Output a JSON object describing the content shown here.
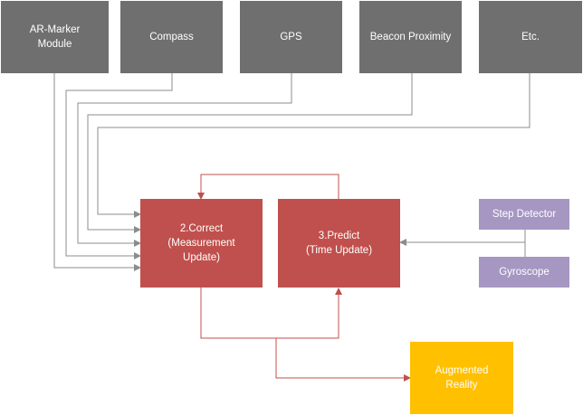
{
  "colors": {
    "sensor_box": "#6f6f6f",
    "filter_box": "#c0504d",
    "imu_box": "#a597c2",
    "output_box": "#ffc000",
    "sensor_line": "#8c8c8c",
    "filter_line": "#c0504d"
  },
  "sensors": [
    {
      "label": "AR-Marker\nModule"
    },
    {
      "label": "Compass"
    },
    {
      "label": "GPS"
    },
    {
      "label": "Beacon Proximity"
    },
    {
      "label": "Etc."
    }
  ],
  "filter": {
    "correct": "2.Correct\n(Measurement\nUpdate)",
    "predict": "3.Predict\n(Time Update)"
  },
  "imu": {
    "step_detector": "Step Detector",
    "gyroscope": "Gyroscope"
  },
  "output": {
    "label": "Augmented\nReality"
  }
}
